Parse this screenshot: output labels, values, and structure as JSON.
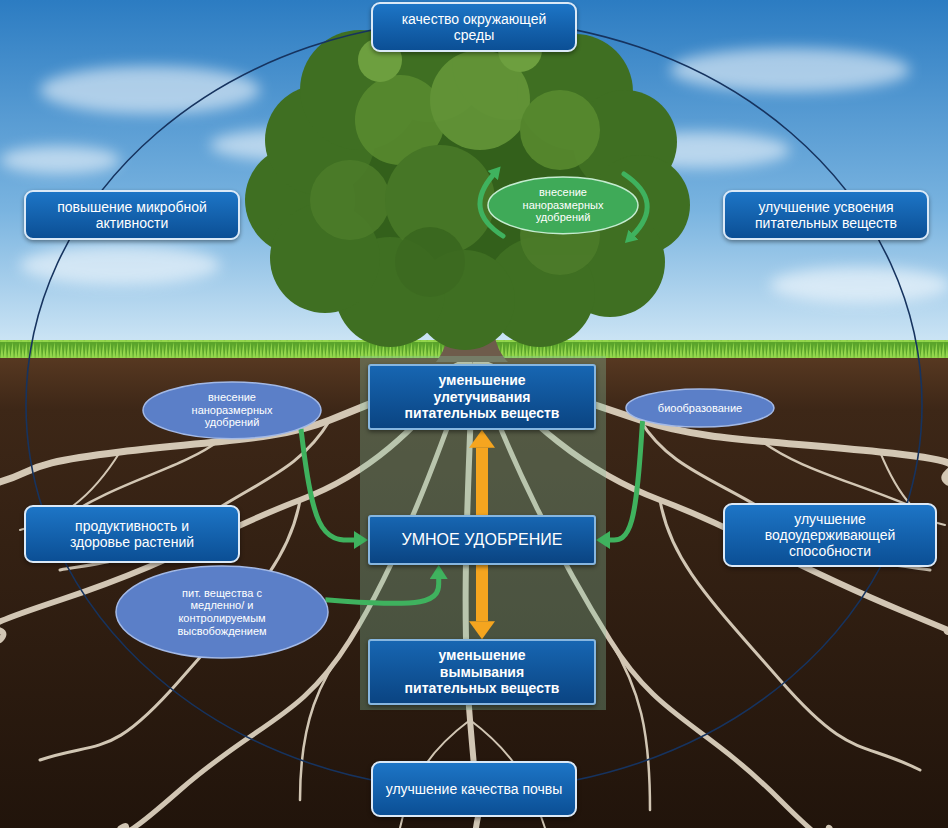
{
  "diagram": {
    "nodes": [
      {
        "text": [
          "качество окружающей среды"
        ]
      },
      {
        "text": [
          "повышение микробной активности"
        ]
      },
      {
        "text": [
          "внесение наноразмерных удобрений"
        ]
      },
      {
        "text": [
          "улучшение усвоения питательных веществ"
        ]
      },
      {
        "text": [
          "внесение наноразмерных удобрений"
        ]
      },
      {
        "text": [
          "уменьшение улетучивания питательных веществ"
        ]
      },
      {
        "text": [
          "биообразование"
        ]
      },
      {
        "text": [
          "продуктивность и здоровье растений"
        ]
      },
      {
        "text": [
          "УМНОЕ УДОБРЕНИЕ"
        ]
      },
      {
        "text": [
          "улучшение водоудерживающей способности"
        ]
      },
      {
        "text": [
          "пит. вещества с медленно/ и контролируемым высвобождением"
        ]
      },
      {
        "text": [
          "уменьшение вымывания питательных веществ"
        ]
      },
      {
        "text": [
          "улучшение качества почвы"
        ]
      }
    ],
    "edges": [
      {
        "from": 8,
        "to": 5,
        "arrow": "to"
      },
      {
        "from": 8,
        "to": 11,
        "arrow": "to"
      },
      {
        "from": 4,
        "to": 8,
        "arrow": "to"
      },
      {
        "from": 6,
        "to": 8,
        "arrow": "to"
      },
      {
        "from": 10,
        "to": 8,
        "arrow": "to"
      }
    ]
  }
}
